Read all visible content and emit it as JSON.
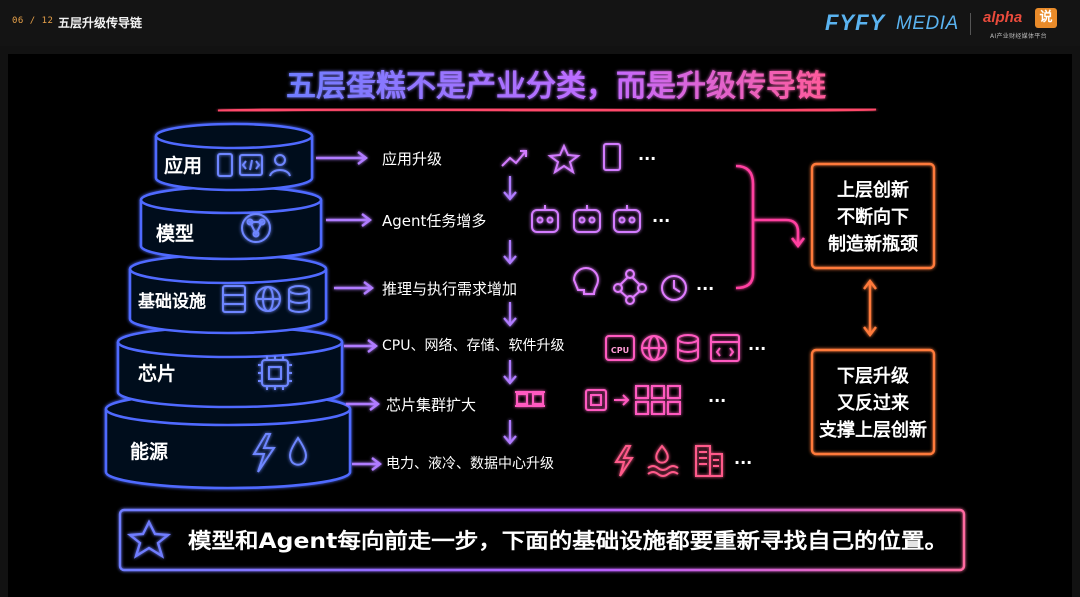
{
  "header": {
    "page_indicator": "06 / 12",
    "title": "五层升级传导链",
    "brand_fyfy": "FYFY",
    "brand_media": "MEDIA",
    "alpha_logo": "alpha",
    "alpha_badge": "说",
    "alpha_subtitle": "AI产业财经媒体平台"
  },
  "slide": {
    "headline": "五层蛋糕不是产业分类，而是升级传导链",
    "layers": [
      {
        "name": "应用",
        "icons": [
          "phone-icon",
          "code-icon",
          "user-icon"
        ]
      },
      {
        "name": "模型",
        "icons": [
          "neural-network-icon"
        ]
      },
      {
        "name": "基础设施",
        "icons": [
          "server-icon",
          "globe-icon",
          "database-icon"
        ]
      },
      {
        "name": "芯片",
        "icons": [
          "chip-icon"
        ]
      },
      {
        "name": "能源",
        "icons": [
          "lightning-icon",
          "droplet-icon"
        ]
      }
    ],
    "steps": [
      {
        "label": "应用升级",
        "icons": [
          "trend-up-icon",
          "star-icon",
          "phone-icon"
        ]
      },
      {
        "label": "Agent任务增多",
        "icons": [
          "robot-icon",
          "robot-icon",
          "robot-icon"
        ]
      },
      {
        "label": "推理与执行需求增加",
        "icons": [
          "brain-icon",
          "network-nodes-icon",
          "clock-doc-icon"
        ]
      },
      {
        "label": "CPU、网络、存储、软件升级",
        "icons": [
          "cpu-icon",
          "globe-icon",
          "database-icon",
          "code-window-icon"
        ],
        "cpu_text": "CPU"
      },
      {
        "label": "芯片集群扩大",
        "icons": [
          "chip-icon",
          "chip-icon",
          "chip-cluster-icon"
        ]
      },
      {
        "label": "电力、液冷、数据中心升级",
        "icons": [
          "lightning-icon",
          "water-cooling-icon",
          "building-icon"
        ]
      }
    ],
    "ellipsis": "···",
    "box_upper": [
      "上层创新",
      "不断向下",
      "制造新瓶颈"
    ],
    "box_lower": [
      "下层升级",
      "又反过来",
      "支撑上层创新"
    ],
    "footer": "模型和Agent每向前走一步，下面的基础设施都要重新寻找自己的位置。"
  },
  "colors": {
    "background": "#000000",
    "cake_blue": "#4f6bff",
    "text_blue": "#6e86ff",
    "arrow_purple": "#b07cff",
    "pink": "#ff3fa0",
    "orange": "#ff7a3a",
    "header_accent": "#e8a24a"
  }
}
